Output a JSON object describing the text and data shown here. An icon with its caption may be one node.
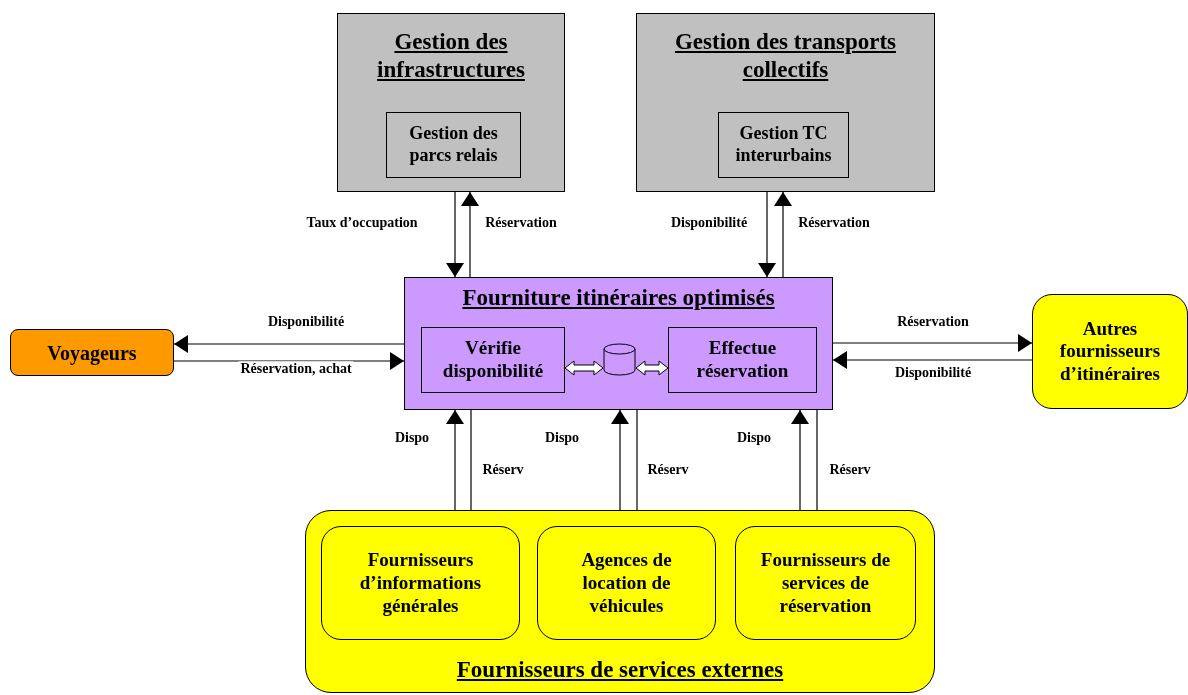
{
  "diagram": {
    "nodes": [
      {
        "text": [
          "Gestion des infrastructures"
        ]
      },
      {
        "text": [
          "Gestion des parcs relais"
        ],
        "in": 0
      },
      {
        "text": [
          "Gestion des transports collectifs"
        ]
      },
      {
        "text": [
          "Gestion TC interurbains"
        ],
        "in": 2
      },
      {
        "text": [
          "Voyageurs"
        ]
      },
      {
        "text": [
          "Fourniture itinéraires optimisés"
        ]
      },
      {
        "text": [
          "Vérifie disponibilité"
        ],
        "in": 5
      },
      {
        "text": [],
        "shape": "cylinder",
        "in": 5
      },
      {
        "text": [
          "Effectue réservation"
        ],
        "in": 5
      },
      {
        "text": [
          "Autres fournisseurs d’itinéraires"
        ]
      },
      {
        "text": [
          "Fournisseurs de services externes"
        ]
      },
      {
        "text": [
          "Fournisseurs d’informations générales"
        ],
        "in": 10
      },
      {
        "text": [
          "Agences de location de véhicules"
        ],
        "in": 10
      },
      {
        "text": [
          "Fournisseurs de services de réservation"
        ],
        "in": 10
      }
    ],
    "edges": [
      {
        "from": 0,
        "to": 5,
        "arrow": "to",
        "label": "Taux d’occupation"
      },
      {
        "from": 5,
        "to": 0,
        "arrow": "to",
        "label": "Réservation"
      },
      {
        "from": 2,
        "to": 5,
        "arrow": "to",
        "label": "Disponibilité"
      },
      {
        "from": 5,
        "to": 2,
        "arrow": "to",
        "label": "Réservation"
      },
      {
        "from": 5,
        "to": 4,
        "arrow": "to",
        "label": "Disponibilité"
      },
      {
        "from": 4,
        "to": 5,
        "arrow": "to",
        "label": "Réservation, achat"
      },
      {
        "from": 5,
        "to": 9,
        "arrow": "to",
        "label": "Réservation"
      },
      {
        "from": 9,
        "to": 5,
        "arrow": "to",
        "label": "Disponibilité"
      },
      {
        "from": 11,
        "to": 5,
        "arrow": "to",
        "label": "Dispo"
      },
      {
        "from": 5,
        "to": 11,
        "arrow": "to",
        "label": "Réserv"
      },
      {
        "from": 12,
        "to": 5,
        "arrow": "to",
        "label": "Dispo"
      },
      {
        "from": 5,
        "to": 12,
        "arrow": "to",
        "label": "Réserv"
      },
      {
        "from": 13,
        "to": 5,
        "arrow": "to",
        "label": "Dispo"
      },
      {
        "from": 5,
        "to": 13,
        "arrow": "to",
        "label": "Réserv"
      },
      {
        "from": 6,
        "to": 7,
        "arrow": "both",
        "style": "thick"
      },
      {
        "from": 7,
        "to": 8,
        "arrow": "both",
        "style": "thick"
      }
    ]
  }
}
